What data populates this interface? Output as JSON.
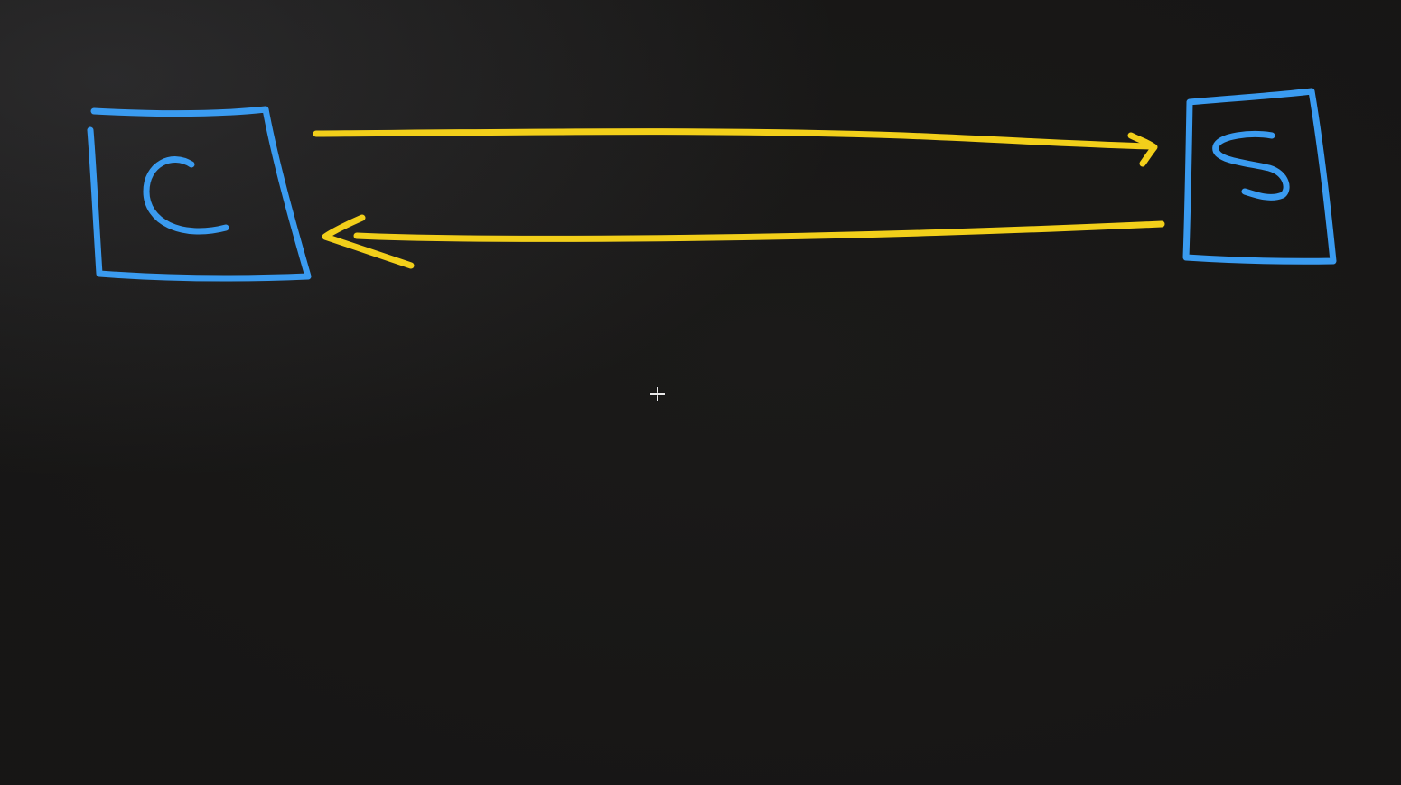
{
  "diagram": {
    "colors": {
      "node_stroke": "#3a9bf0",
      "arrow_stroke": "#f2cf1a",
      "background": "#1b1a19"
    },
    "nodes": [
      {
        "id": "client",
        "label": "C"
      },
      {
        "id": "server",
        "label": "S"
      }
    ],
    "edges": [
      {
        "from": "client",
        "to": "server",
        "direction": "right"
      },
      {
        "from": "server",
        "to": "client",
        "direction": "left"
      }
    ],
    "cursor": {
      "icon": "crosshair-icon"
    }
  }
}
